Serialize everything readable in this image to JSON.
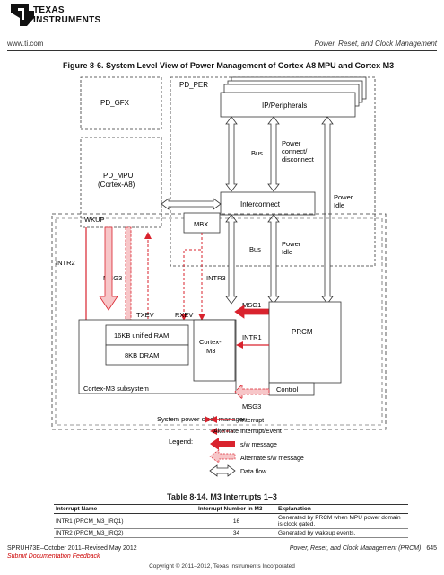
{
  "header": {
    "company_line1": "TEXAS",
    "company_line2": "INSTRUMENTS",
    "website": "www.ti.com",
    "section": "Power, Reset, and Clock Management"
  },
  "figure": {
    "title": "Figure 8-6. System Level View of Power Management of Cortex A8 MPU and Cortex M3",
    "labels": {
      "pd_gfx": "PD_GFX",
      "pd_per": "PD_PER",
      "ip_peripherals": "IP/Peripherals",
      "bus_top": "Bus",
      "power_connect_1": "Power",
      "power_connect_2": "connect/",
      "power_connect_3": "disconnect",
      "pd_mpu_1": "PD_MPU",
      "pd_mpu_2": "(Cortex-A8)",
      "interconnect": "Interconnect",
      "power_idle_right_1": "Power",
      "power_idle_right_2": "Idle",
      "wkup": "WKUP",
      "mbx": "MBX",
      "bus_bottom": "Bus",
      "power_idle_mid_1": "Power",
      "power_idle_mid_2": "Idle",
      "intr2": "INTR2",
      "msg3_top": "MSG3",
      "intr3": "INTR3",
      "msg1": "MSG1",
      "txev": "TXEV",
      "rxev": "RXEV",
      "prcm": "PRCM",
      "ram": "16KB unified RAM",
      "dram": "8KB DRAM",
      "cortex_m3_1": "Cortex-",
      "cortex_m3_2": "M3",
      "intr1": "INTR1",
      "control": "Control",
      "msg3_bottom": "MSG3",
      "cm3_subsystem": "Cortex-M3 subsystem",
      "sys_power_clock_mgr": "System power clock manager"
    },
    "legend": {
      "title": "Legend:",
      "items": [
        "Interrupt",
        "Alternate Interrupt/Event",
        "s/w message",
        "Alternate s/w message",
        "Data flow"
      ]
    },
    "colors": {
      "interrupt": "#d9232e",
      "message_fill": "#f7c6c8",
      "dataflow_fill": "#ffffff",
      "outline": "#333333"
    }
  },
  "table": {
    "title": "Table 8-14. M3 Interrupts 1–3",
    "headers": [
      "Interrupt Name",
      "Interrupt Number in M3",
      "Explanation"
    ],
    "rows": [
      [
        "INTR1 (PRCM_M3_IRQ1)",
        "16",
        "Generated by PRCM when MPU power domain is clock gated."
      ],
      [
        "INTR2 (PRCM_M3_IRQ2)",
        "34",
        "Generated by wakeup events."
      ]
    ]
  },
  "footer": {
    "doc_id": "SPRUH73E–October 2011–Revised May 2012",
    "feedback": "Submit Documentation Feedback",
    "section": "Power, Reset, and Clock Management (PRCM)",
    "page": "645",
    "copyright": "Copyright © 2011–2012, Texas Instruments Incorporated"
  }
}
